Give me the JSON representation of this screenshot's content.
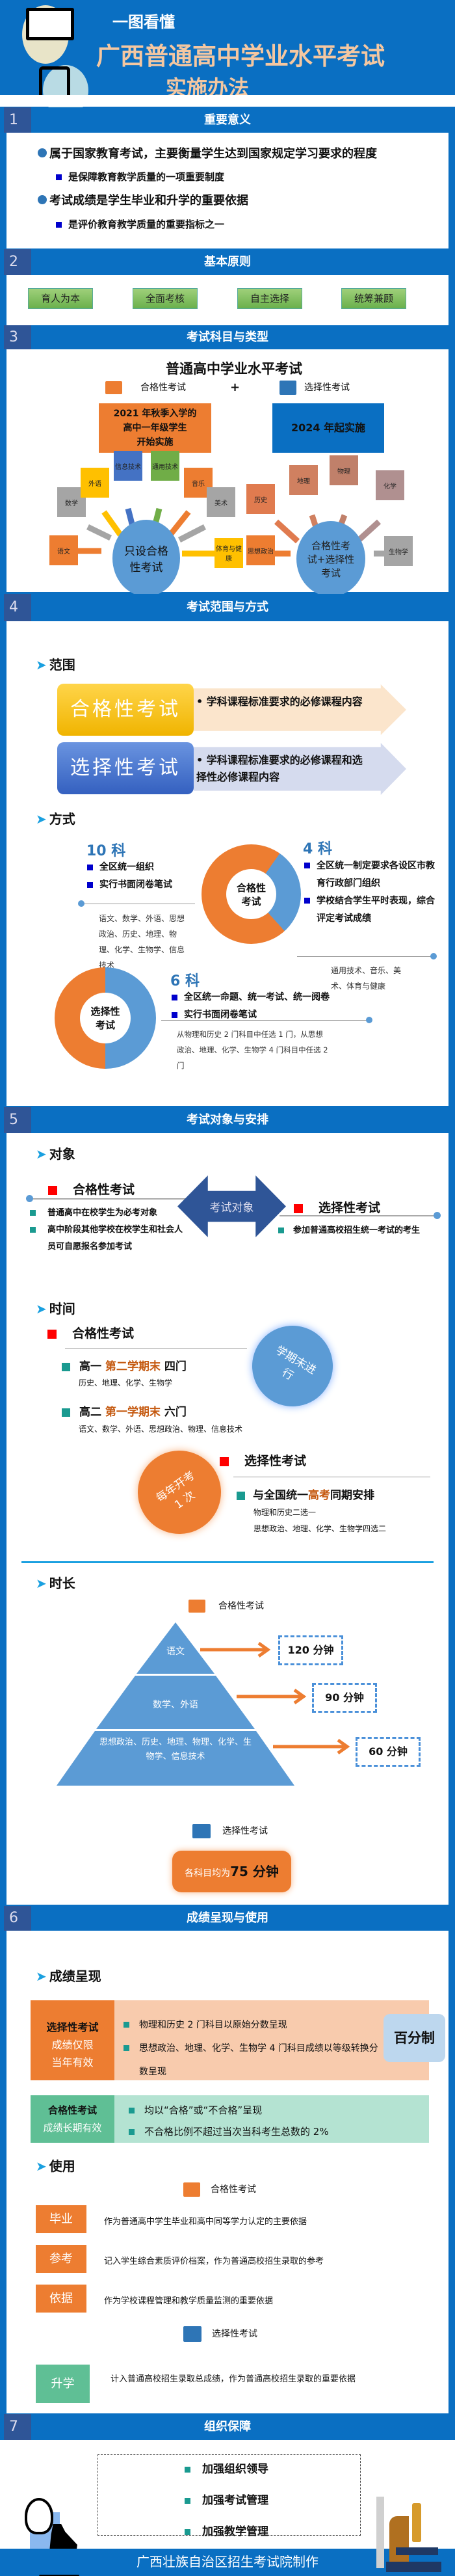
{
  "header": {
    "kicker": "一图看懂",
    "title_line1": "广西普通高中学业水平考试",
    "title_line2": "实施办法"
  },
  "s1": {
    "num": "1",
    "title": "重要意义",
    "items": [
      {
        "main": "属于国家教育考试，主要衡量学生达到国家规定学习要求的程度",
        "sub": "是保障教育教学质量的一项重要制度"
      },
      {
        "main": "考试成绩是学生毕业和升学的重要依据",
        "sub": "是评价教育教学质量的重要指标之一"
      }
    ]
  },
  "s2": {
    "num": "2",
    "title": "基本原则",
    "principles": [
      "育人为本",
      "全面考核",
      "自主选择",
      "统筹兼顾"
    ]
  },
  "s3": {
    "num": "3",
    "title": "考试科目与类型",
    "heading": "普通高中学业水平考试",
    "legend_hege": "合格性考试",
    "plus": "+",
    "legend_xuanze": "选择性考试",
    "hege_box": [
      "2021 年秋季入学的",
      "高中一年级学生",
      "开始实施"
    ],
    "xuanze_box": "2024 年起实施",
    "left_circle": "只设合格性考试",
    "right_circle": "合格性考试+选择性考试",
    "left_subjects": [
      "语文",
      "数学",
      "外语",
      "信息技术",
      "通用技术",
      "音乐",
      "美术"
    ],
    "shared_subjects": [
      "体育与健康",
      "思想政治"
    ],
    "right_subjects": [
      "历史",
      "地理",
      "物理",
      "化学",
      "生物学"
    ]
  },
  "s4": {
    "num": "4",
    "title": "考试范围与方式",
    "scope_label": "范围",
    "scope": [
      {
        "name": "合格性考试",
        "desc": "学科课程标准要求的必修课程内容"
      },
      {
        "name": "选择性考试",
        "desc": "学科课程标准要求的必修课程和选择性必修课程内容"
      }
    ],
    "method_label": "方式",
    "donut1_label": "合格性考试",
    "donut2_label": "选择性考试",
    "g10": {
      "count": "10 科",
      "bullets": [
        "全区统一组织",
        "实行书面闭卷笔试"
      ],
      "subjects": "语文、数学、外语、思想政治、历史、地理、物理、化学、生物学、信息技术"
    },
    "g4": {
      "count": "4 科",
      "bullets": [
        "全区统一制定要求各设区市教育行政部门组织",
        "学校结合学生平时表现，综合评定考试成绩"
      ],
      "subjects": "通用技术、音乐、美术、体育与健康"
    },
    "g6": {
      "count": "6 科",
      "bullets": [
        "全区统一命题、统一考试、统一阅卷",
        "实行书面闭卷笔试"
      ],
      "subjects": "从物理和历史 2 门科目中任选 1 门，从思想政治、地理、化学、生物学 4 门科目中任选 2 门"
    },
    "donut1_share": {
      "written": 10,
      "school": 4
    },
    "donut2_share": {
      "a": 0.5,
      "b": 0.5
    },
    "colors": {
      "orange": "#ed7d31",
      "blue": "#5b9bd5"
    }
  },
  "s5": {
    "num": "5",
    "title": "考试对象与安排",
    "target_label": "对象",
    "hege": "合格性考试",
    "hege_items": [
      "普通高中在校学生为必考对象",
      "高中阶段其他学校在校学生和社会人员可自愿报名参加考试"
    ],
    "center": "考试对象",
    "xuanze": "选择性考试",
    "xuanze_items": [
      "参加普通高校招生统一考试的考生"
    ],
    "time_label": "时间",
    "t_hege": "合格性考试",
    "t1": {
      "pre": "高一 ",
      "hl": "第二学期末",
      "post": " 四门",
      "subj": "历史、地理、化学、生物学"
    },
    "t2": {
      "pre": "高二 ",
      "hl": "第一学期末",
      "post": " 六门",
      "subj": "语文、数学、外语、思想政治、物理、信息技术"
    },
    "circle_blue": "学期末进行",
    "t_xuanze": "选择性考试",
    "circle_orange": "每年开考 1 次",
    "t3": {
      "pre": "与全国统一",
      "hl": "高考",
      "post": "同期安排",
      "subj1": "物理和历史二选一",
      "subj2": "思想政治、地理、化学、生物学四选二"
    },
    "dur_label": "时长",
    "dur_hege": "合格性考试",
    "pyr": [
      {
        "subj": "语文",
        "time": "120 分钟"
      },
      {
        "subj": "数学、外语",
        "time": "90 分钟"
      },
      {
        "subj": "思想政治、历史、地理、物理、化学、生物学、信息技术",
        "time": "60 分钟"
      }
    ],
    "dur_xuanze": "选择性考试",
    "xuanze_time_pre": "各科目均为",
    "xuanze_time": "75 分钟"
  },
  "s6": {
    "num": "6",
    "title": "成绩呈现与使用",
    "present_label": "成绩呈现",
    "xz_tag": [
      "选择性考试",
      "成绩仅限",
      "当年有效"
    ],
    "xz_items": [
      "物理和历史 2 门科目以原始分数呈现",
      "思想政治、地理、化学、生物学 4 门科目成绩以等级转换分数呈现"
    ],
    "bfz": "百分制",
    "hg_tag": [
      "合格性考试",
      "成绩长期有效"
    ],
    "hg_items": [
      "均以“合格”或“不合格”呈现",
      "不合格比例不超过当次当科考生总数的 2%"
    ],
    "use_label": "使用",
    "use_hege": "合格性考试",
    "uses": [
      {
        "tag": "毕业",
        "text": "作为普通高中学生毕业和高中同等学力认定的主要依据"
      },
      {
        "tag": "参考",
        "text": "记入学生综合素质评价档案，作为普通高校招生录取的参考"
      },
      {
        "tag": "依据",
        "text": "作为学校课程管理和教学质量监测的重要依据"
      }
    ],
    "use_xuanze": "选择性考试",
    "use_x": {
      "tag": "升学",
      "text": "计入普通高校招生录取总成绩，作为普通高校招生录取的重要依据"
    }
  },
  "s7": {
    "num": "7",
    "title": "组织保障",
    "items": [
      "加强组织领导",
      "加强考试管理",
      "加强教学管理"
    ]
  },
  "footer": "广西壮族自治区招生考试院制作"
}
